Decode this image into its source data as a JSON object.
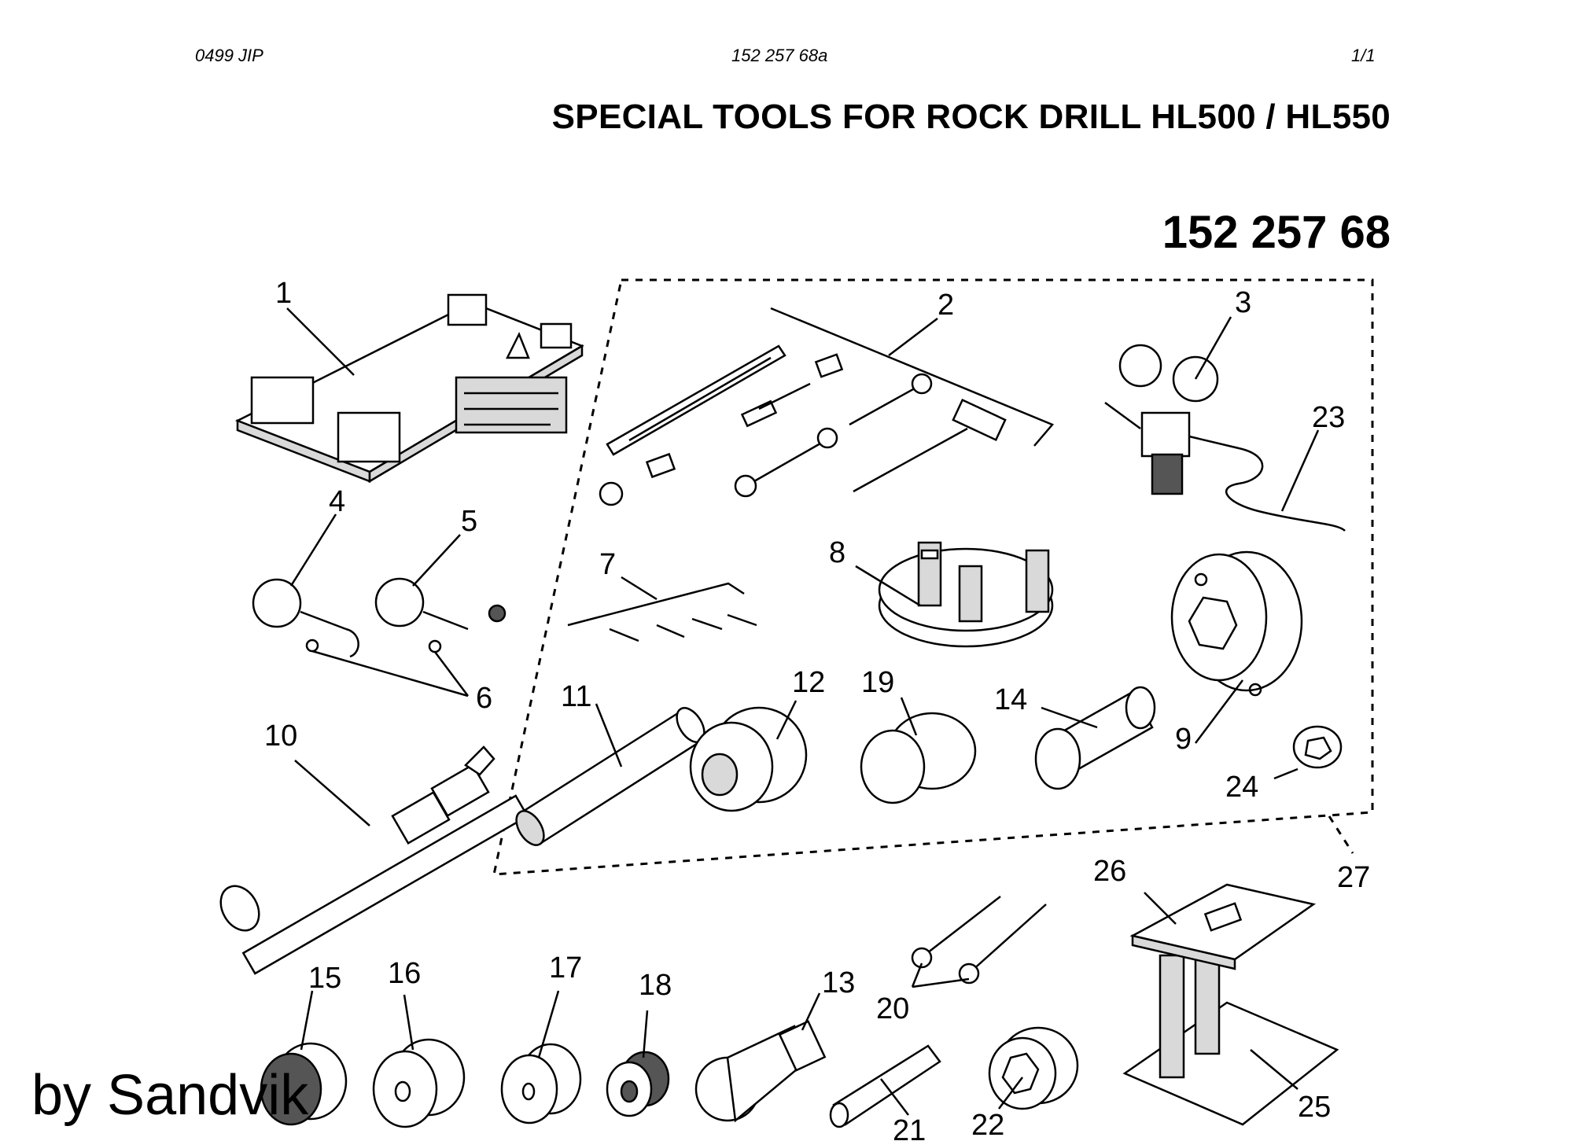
{
  "header": {
    "left": "0499 JIP",
    "center": "152 257 68a",
    "right": "1/1"
  },
  "title": "SPECIAL TOOLS FOR ROCK DRILL HL500 / HL550",
  "doc_number": "152 257 68",
  "brand": "by Sandvik",
  "callouts": [
    "1",
    "2",
    "3",
    "4",
    "5",
    "6",
    "7",
    "8",
    "9",
    "10",
    "11",
    "12",
    "13",
    "14",
    "15",
    "16",
    "17",
    "18",
    "19",
    "20",
    "21",
    "22",
    "23",
    "24",
    "25",
    "26",
    "27"
  ]
}
